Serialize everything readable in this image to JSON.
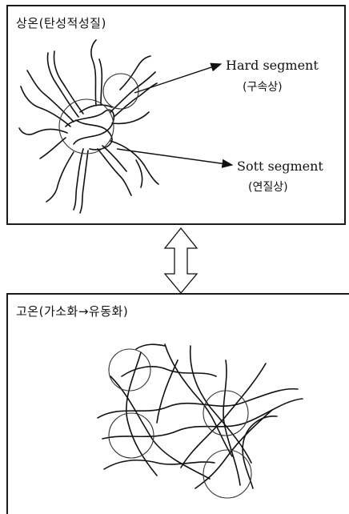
{
  "top_panel": {
    "title": "상온(탄성적성질)",
    "hard_label": "Hard segment",
    "hard_sub": "(구속상)",
    "soft_label": "Sott segment",
    "soft_sub": "(연질상)"
  },
  "bottom_panel": {
    "title": "고온(가소화→유동화)"
  },
  "icons": {
    "arrow": "double-vertical-arrow-icon"
  }
}
